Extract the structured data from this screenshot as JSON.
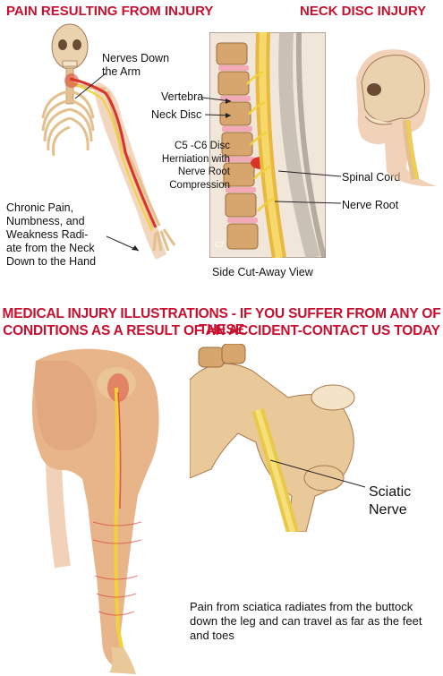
{
  "headings": {
    "left": "PAIN RESULTING FROM INJURY",
    "right": "NECK DISC INJURY"
  },
  "arm_labels": {
    "nerves_down_arm": "Nerves Down the Arm",
    "chronic_pain": "Chronic Pain, Numbness, and Weakness Radi- ate from the Neck Down to the Hand"
  },
  "spine_labels": {
    "vertebra": "Vertebra",
    "neck_disc": "Neck Disc",
    "herniation": "C5 -C6 Disc Herniation with Nerve Root Compression",
    "spinal_cord": "Spinal Cord",
    "nerve_root": "Nerve Root",
    "c7": "C7",
    "caption": "Side Cut-Away View"
  },
  "banner": {
    "line1": "MEDICAL INJURY ILLUSTRATIONS - IF YOU SUFFER FROM ANY OF THESE",
    "line2": "CONDITIONS AS A RESULT OF AN ACCIDENT-CONTACT US TODAY"
  },
  "sciatic": {
    "label": "Sciatic Nerve",
    "description": "Pain from sciatica radiates from the buttock down the leg and can travel as far as the feet and toes"
  },
  "colors": {
    "heading_red": "#c8102e",
    "skin": "#e8b48a",
    "bone": "#e9c99a",
    "nerve_yellow": "#f2d23a",
    "pain_red": "#d9332a"
  }
}
